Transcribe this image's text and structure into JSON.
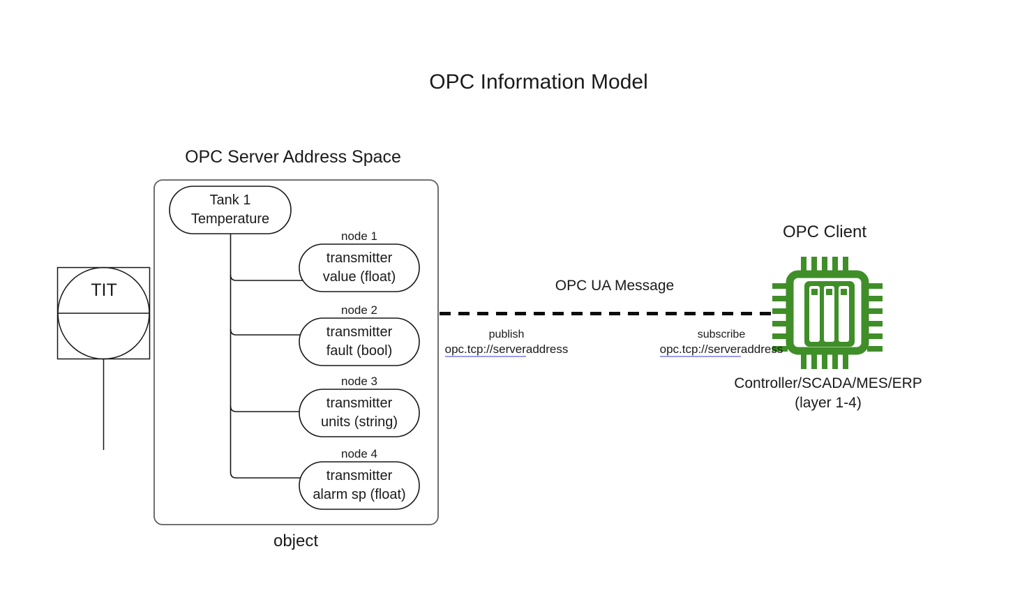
{
  "title": "OPC Information Model",
  "instrument": {
    "label": "TIT",
    "icon": "tit-instrument-symbol"
  },
  "server": {
    "heading": "OPC Server Address Space",
    "caption": "object",
    "root": {
      "line1": "Tank 1",
      "line2": "Temperature"
    },
    "nodes": [
      {
        "label": "node 1",
        "line1": "transmitter",
        "line2": "value (float)"
      },
      {
        "label": "node 2",
        "line1": "transmitter",
        "line2": "fault (bool)"
      },
      {
        "label": "node 3",
        "line1": "transmitter",
        "line2": "units (string)"
      },
      {
        "label": "node 4",
        "line1": "transmitter",
        "line2": "alarm sp (float)"
      }
    ]
  },
  "message": {
    "label": "OPC UA Message",
    "publish": {
      "action": "publish",
      "url_linked": "opc.tcp://server",
      "url_rest": "address"
    },
    "subscribe": {
      "action": "subscribe",
      "url_linked": "opc.tcp://server",
      "url_rest": "address"
    }
  },
  "client": {
    "heading": "OPC Client",
    "icon": "microchip-icon",
    "caption_line1": "Controller/SCADA/MES/ERP",
    "caption_line2": "(layer 1-4)"
  },
  "colors": {
    "chip_green": "#3f8e28",
    "diagram_line": "#161616",
    "dashed_line": "#0c0c0c",
    "box_border": "#5f5f5f",
    "link_underline": "#9b9be8",
    "text": "#1a1a1a"
  }
}
